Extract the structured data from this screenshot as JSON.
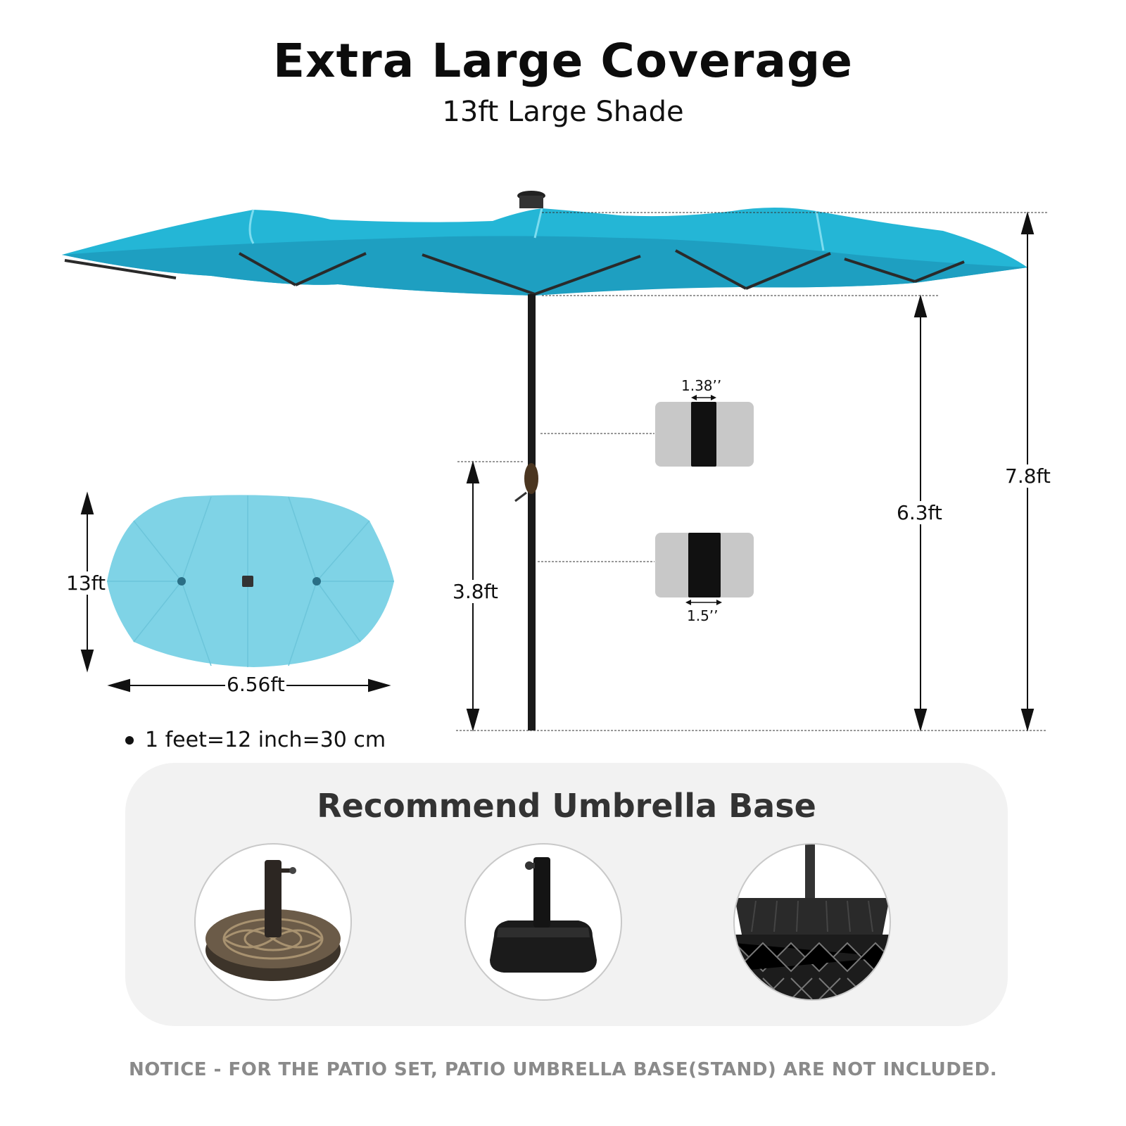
{
  "header": {
    "title": "Extra Large Coverage",
    "subtitle": "13ft Large Shade"
  },
  "top_view": {
    "width_label": "13ft",
    "depth_label": "6.56ft",
    "conversion_note": "1 feet=12 inch=30 cm"
  },
  "side_view": {
    "total_height_label": "7.8ft",
    "clearance_label": "6.3ft",
    "crank_height_label": "3.8ft",
    "upper_pole_diameter": "1.38’’",
    "lower_pole_diameter": "1.5’’"
  },
  "colors": {
    "canopy": "#24b6d6",
    "canopy_shadow": "#1f9fc0",
    "top_view_canopy": "#7fd3e6",
    "pole": "#1a1a1a",
    "panel_bg": "#f2f2f2",
    "notice_text": "#8a8a8a"
  },
  "base_section": {
    "title": "Recommend Umbrella Base",
    "items": [
      {
        "icon": "round-bronze-base-icon"
      },
      {
        "icon": "square-black-base-icon"
      },
      {
        "icon": "patio-table-icon"
      }
    ]
  },
  "notice": "NOTICE - FOR THE PATIO SET, PATIO UMBRELLA BASE(STAND) ARE NOT INCLUDED."
}
